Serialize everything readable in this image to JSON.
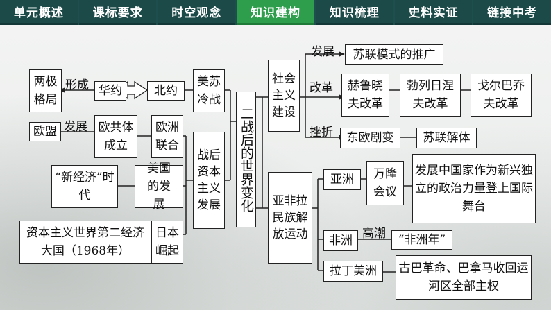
{
  "tabs": [
    {
      "label": "单元概述",
      "active": false
    },
    {
      "label": "课标要求",
      "active": false
    },
    {
      "label": "时空观念",
      "active": false
    },
    {
      "label": "知识建构",
      "active": true
    },
    {
      "label": "知识梳理",
      "active": false
    },
    {
      "label": "史料实证",
      "active": false
    },
    {
      "label": "链接中考",
      "active": false
    }
  ],
  "colors": {
    "tab_bg": "#1b4a49",
    "tab_active": "#2f9e4c"
  },
  "diagram": {
    "center": "二战后的世界变化",
    "left": {
      "liangji": "两极格局",
      "xingcheng": "形成",
      "huayue": "华约",
      "beiyue": "北约",
      "meisu": "美苏冷战",
      "oumeng": "欧盟",
      "fazhan": "发展",
      "ougongti": "欧共体成立",
      "ouzhou": "欧洲联合",
      "zhanhou": "战后资本主义发展",
      "xinjingji": "“新经济”时代",
      "meiguo": "美国的发展",
      "zibenzhuyi": "资本主义世界第二经济大国（1968年）",
      "riben": "日本崛起"
    },
    "right": {
      "shehui": "社会主义建设",
      "fazhan": "发展",
      "sulianmoshi": "苏联模式的推广",
      "gaige": "改革",
      "helu": "赫鲁晓夫改革",
      "bolie": "勃列日涅夫改革",
      "geer": "戈尔巴乔夫改革",
      "cuozhe": "挫折",
      "dongou": "东欧剧变",
      "sulian": "苏联解体",
      "yafeila": "亚非拉民族解放运动",
      "yazhou": "亚洲",
      "wanlong": "万隆会议",
      "zhongguo": "发展中国家作为新兴独立的政治力量登上国际舞台",
      "feizhou": "非洲",
      "gaochao": "高潮",
      "feizhounian": "“非洲年”",
      "lading": "拉丁美洲",
      "guba": "古巴革命、巴拿马收回运河区全部主权"
    }
  }
}
